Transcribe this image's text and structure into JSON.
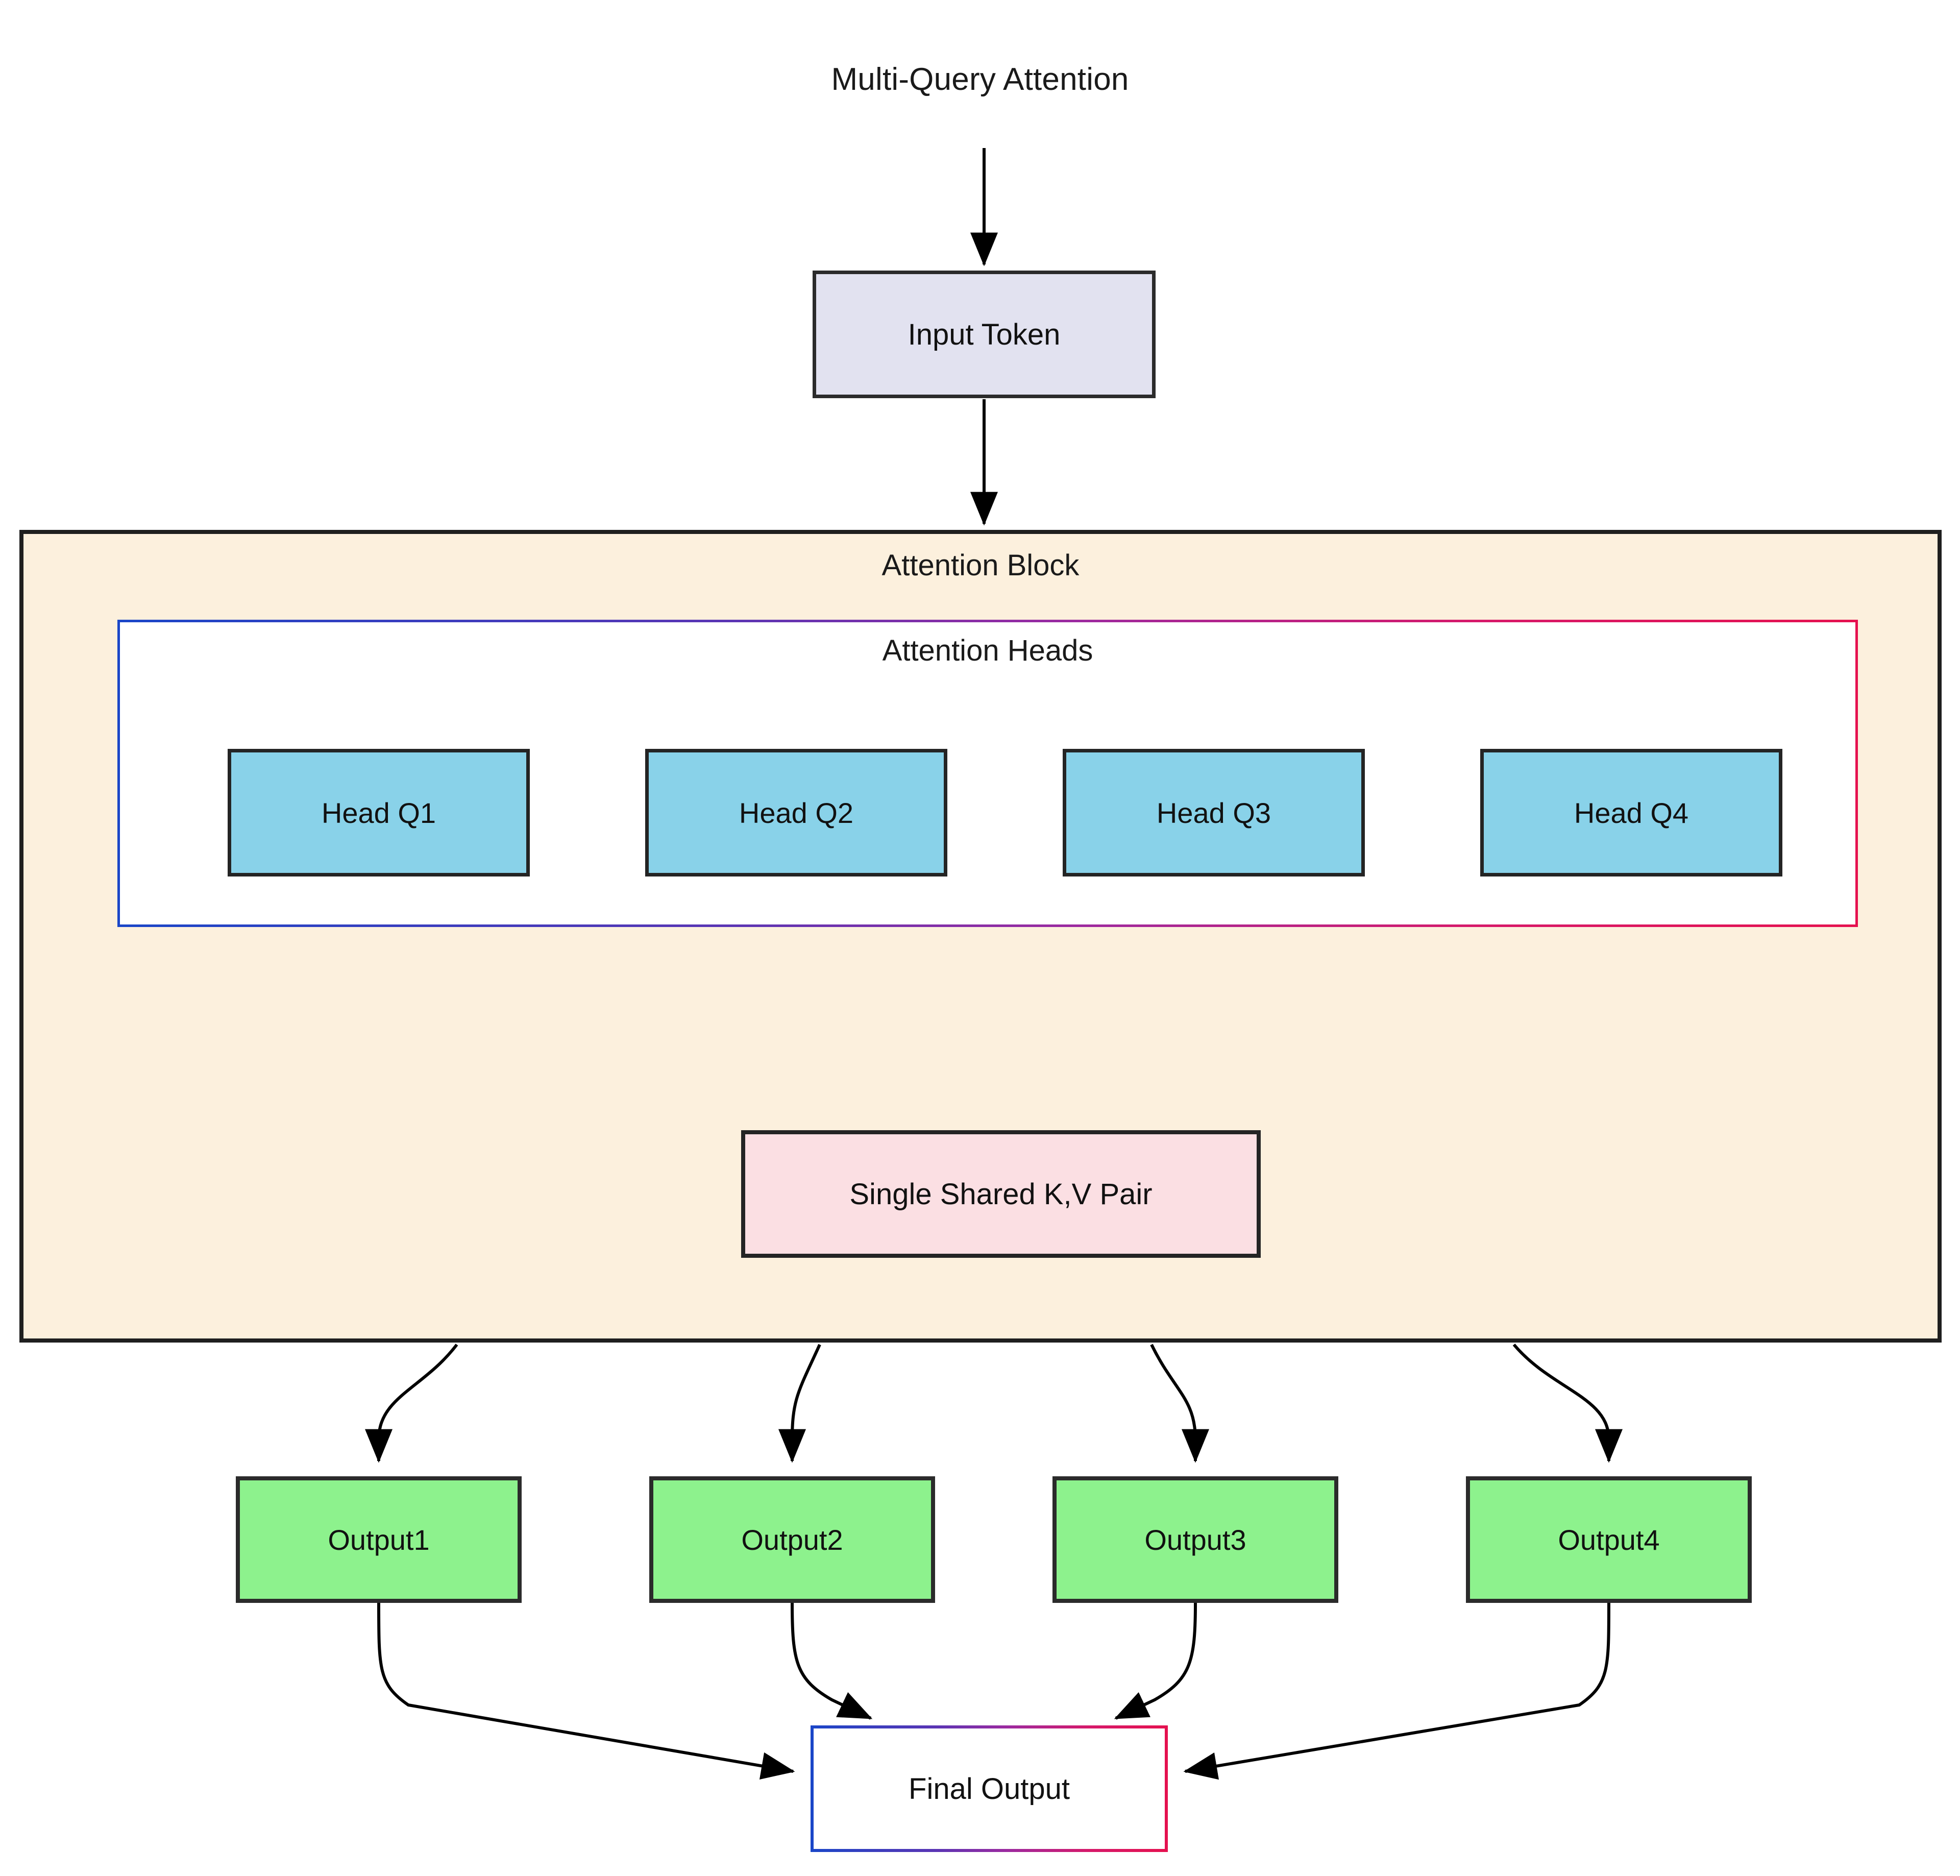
{
  "diagram": {
    "title": "Multi-Query Attention",
    "input_token": {
      "label": "Input Token"
    },
    "attention_block": {
      "label": "Attention Block"
    },
    "attention_heads": {
      "label": "Attention Heads",
      "heads": [
        {
          "label": "Head Q1"
        },
        {
          "label": "Head Q2"
        },
        {
          "label": "Head Q3"
        },
        {
          "label": "Head Q4"
        }
      ]
    },
    "kv_pair": {
      "label": "Single Shared K,V Pair"
    },
    "outputs": [
      {
        "label": "Output1"
      },
      {
        "label": "Output2"
      },
      {
        "label": "Output3"
      },
      {
        "label": "Output4"
      }
    ],
    "final_output": {
      "label": "Final Output"
    }
  },
  "colors": {
    "input_token_fill": "#e2e2f0",
    "attention_block_fill": "#fcf0dd",
    "attention_heads_fill": "#ffffff",
    "head_fill": "#89d2e9",
    "kv_fill": "#fbdfe3",
    "output_fill": "#8df28d",
    "final_output_fill": "#ffffff",
    "node_stroke": "#242424",
    "gradient_start": "#1a46c8",
    "gradient_end": "#e5114f",
    "edge_stroke": "#000000",
    "page_background": "#ffffff"
  }
}
